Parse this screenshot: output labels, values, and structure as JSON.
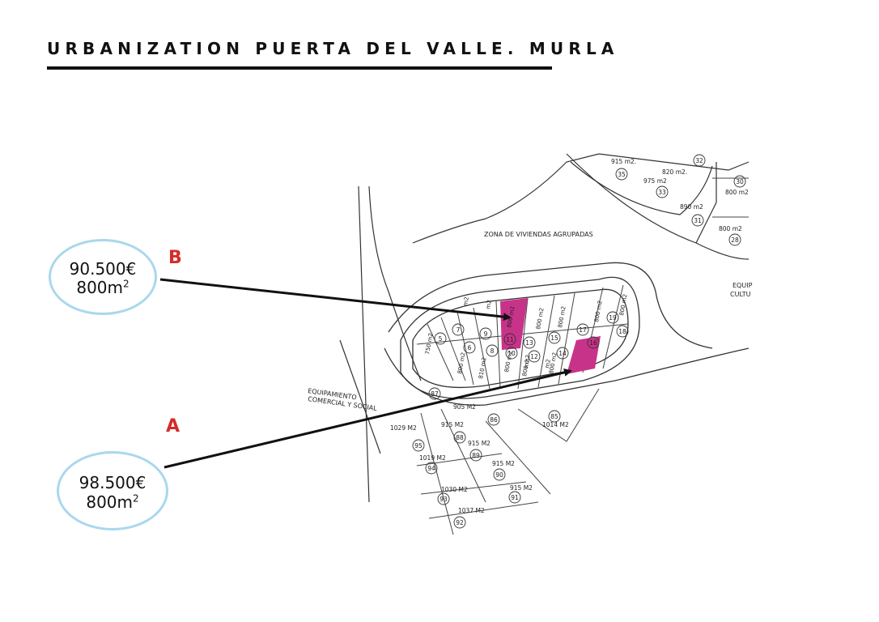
{
  "title": "URBANIZATION PUERTA DEL VALLE. MURLA",
  "listings": {
    "b": {
      "letter": "B",
      "price": "90.500€",
      "area": "800m",
      "area_sup": "2"
    },
    "a": {
      "letter": "A",
      "price": "98.500€",
      "area": "800m",
      "area_sup": "2"
    }
  },
  "colors": {
    "highlight": "#c8338a",
    "bubble_border": "#a9d8ec",
    "letter": "#d62a2a"
  },
  "plan_labels": {
    "zone": "ZONA DE VIVIENDAS AGRUPADAS",
    "equip_comercial_1": "EQUIPAMIENTO",
    "equip_comercial_2": "COMERCIAL Y SOCIAL",
    "equip_right_1": "EQUIP",
    "equip_right_2": "CULTU"
  },
  "plots_area": [
    {
      "text": "915 m2.",
      "num": "35"
    },
    {
      "text": "975 m2",
      "num": "33"
    },
    {
      "text": "820 m2.",
      "num": "32"
    },
    {
      "text": "890 m2",
      "num": "31"
    },
    {
      "text": "800 m2",
      "num": "30"
    },
    {
      "text": "800 m2",
      "num": "28"
    },
    {
      "text": "905 M2",
      "num": "86"
    },
    {
      "text": "1014 M2",
      "num": "85"
    },
    {
      "text": "915 M2",
      "num": "88"
    },
    {
      "text": "915 M2",
      "num": "89"
    },
    {
      "text": "915 M2",
      "num": "90"
    },
    {
      "text": "915 M2",
      "num": "91"
    },
    {
      "text": "1029 M2",
      "num": "95"
    },
    {
      "text": "1019 M2",
      "num": "94"
    },
    {
      "text": "1030 M2",
      "num": "93"
    },
    {
      "text": "1037 M2",
      "num": "92"
    }
  ],
  "plot_numbers_ring": [
    "5",
    "7",
    "9",
    "11",
    "13",
    "15",
    "17",
    "19",
    "6",
    "8",
    "10",
    "12",
    "14",
    "16",
    "18",
    "87"
  ],
  "plot_sizes_ring": [
    "750 m2",
    "800 m2",
    "810 m2",
    "800 m2",
    "800 m2",
    "800 m2",
    "800 m2",
    "800 m2",
    "800 m2",
    "800 m2",
    "800 m2",
    "m2",
    "m2",
    "m2",
    "m2"
  ]
}
